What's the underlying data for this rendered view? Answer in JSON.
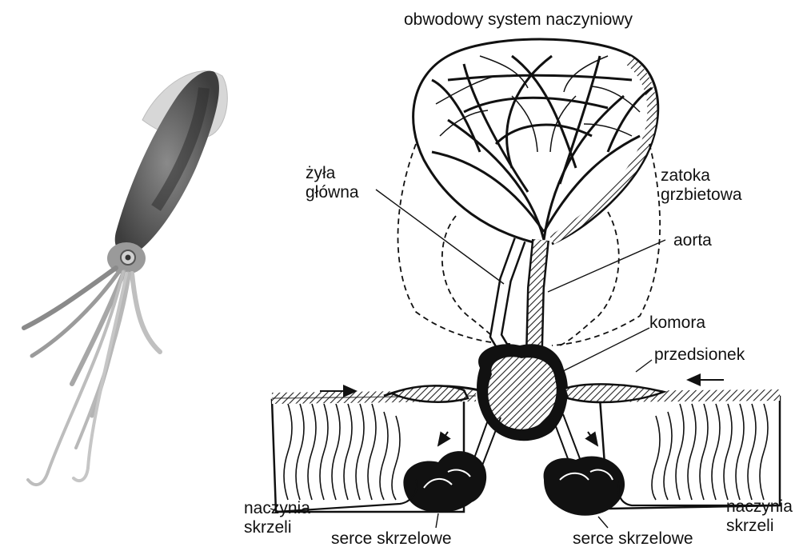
{
  "diagram": {
    "title": "obwodowy system naczyniowy",
    "labels": {
      "vein_line1": "żyła",
      "vein_line2": "główna",
      "sinus_line1": "zatoka",
      "sinus_line2": "grzbietowa",
      "aorta": "aorta",
      "ventricle": "komora",
      "atrium": "przedsionek",
      "gill_vessels_left_line1": "naczynia",
      "gill_vessels_left_line2": "skrzeli",
      "gill_vessels_right_line1": "naczynia",
      "gill_vessels_right_line2": "skrzeli",
      "branchial_heart_left": "serce skrzelowe",
      "branchial_heart_right": "serce skrzelowe"
    },
    "colors": {
      "ink": "#111111",
      "squid_body": "#6a6a6a",
      "squid_light": "#c9c9c9"
    }
  }
}
